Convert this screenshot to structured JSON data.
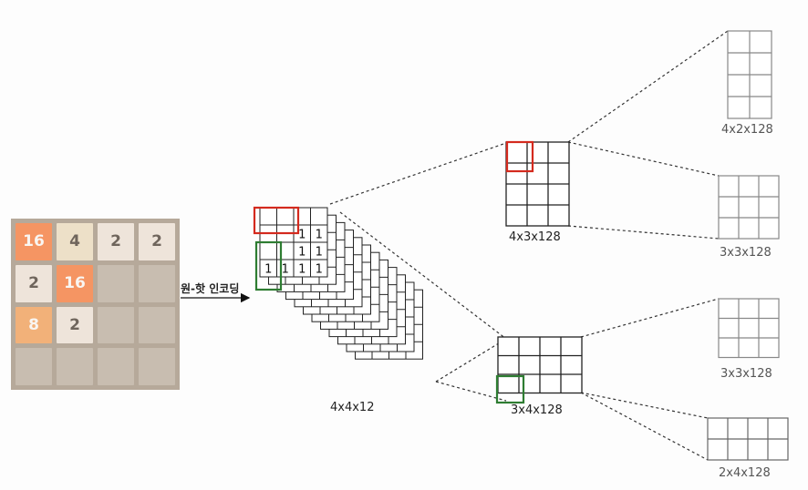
{
  "board": {
    "tiles": [
      [
        "16",
        "4",
        "2",
        "2"
      ],
      [
        "2",
        "16",
        "",
        ""
      ],
      [
        "8",
        "2",
        "",
        ""
      ],
      [
        "",
        "",
        "",
        ""
      ]
    ],
    "colors": {
      "background": "#b6a99a",
      "empty": "#c8bdb0",
      "tile_2": "#eee4da",
      "tile_4": "#ede0c8",
      "tile_8": "#f2b179",
      "tile_16": "#f59563"
    }
  },
  "arrow_label": "원-핫 인코딩",
  "input_tensor": {
    "label": "4x4x12",
    "front_values": [
      [
        "",
        "",
        "1",
        "1"
      ],
      [
        "",
        "",
        "1",
        "1"
      ],
      [
        "1",
        "1",
        "1",
        "1"
      ]
    ]
  },
  "conv_layers": [
    {
      "label": "4x3x128",
      "highlight_color": "#d42a1e"
    },
    {
      "label": "3x4x128",
      "highlight_color": "#2e7d32"
    }
  ],
  "outputs": [
    {
      "label": "4x2x128"
    },
    {
      "label": "3x3x128"
    },
    {
      "label": "3x3x128"
    },
    {
      "label": "2x4x128"
    }
  ],
  "highlight_colors": {
    "red": "#d42a1e",
    "green": "#2e7d32"
  }
}
